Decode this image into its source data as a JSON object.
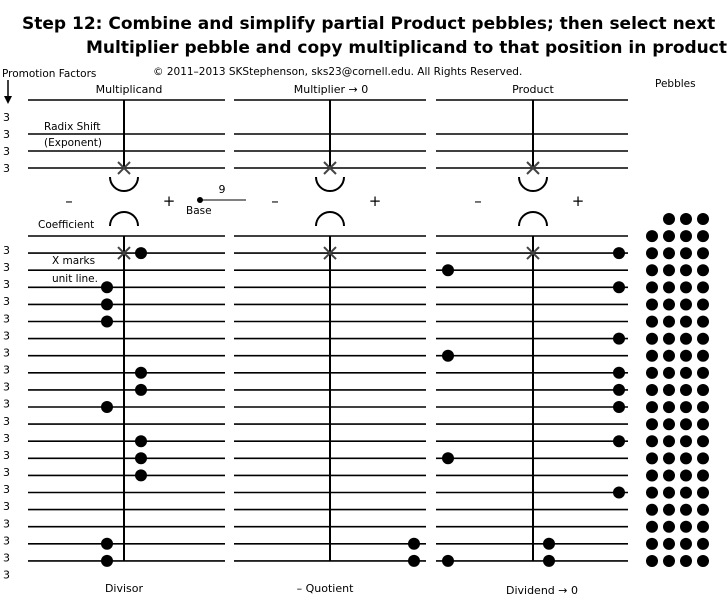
{
  "title": {
    "line1": "Step 12: Combine and simplify partial Product pebbles; then select next",
    "line2": "Multiplier pebble and copy multiplicand to that position in product."
  },
  "copyright": "© 2011–2013 SKStephenson, sks23@cornell.edu. All Rights Reserved.",
  "labels": {
    "promotion_factors": "Promotion Factors",
    "multiplicand": "Multiplicand",
    "multiplier": "Multiplier → 0",
    "product": "Product",
    "pebbles": "Pebbles",
    "radix_shift": "Radix Shift",
    "exponent": "(Exponent)",
    "coefficient": "Coefficient",
    "x_marks": "X marks",
    "unit_line": "unit line.",
    "base_label": "Base",
    "base_value": "9",
    "divisor": "Divisor",
    "quotient": "– Quotient",
    "dividend": "Dividend → 0",
    "minus": "–",
    "plus": "+"
  },
  "factors": {
    "exponent": [
      "3",
      "3",
      "3",
      "3"
    ],
    "coefficient": [
      "3",
      "3",
      "3",
      "3",
      "3",
      "3",
      "3",
      "3",
      "3",
      "3",
      "3",
      "3",
      "3",
      "3",
      "3",
      "3",
      "3",
      "3",
      "3",
      "3"
    ]
  },
  "multiplicand_pebbles": [
    {
      "row": 1,
      "side": "R"
    },
    {
      "row": 3,
      "side": "L"
    },
    {
      "row": 4,
      "side": "L"
    },
    {
      "row": 5,
      "side": "L"
    },
    {
      "row": 8,
      "side": "R"
    },
    {
      "row": 9,
      "side": "R"
    },
    {
      "row": 10,
      "side": "L"
    },
    {
      "row": 12,
      "side": "R"
    },
    {
      "row": 13,
      "side": "R"
    },
    {
      "row": 14,
      "side": "R"
    },
    {
      "row": 18,
      "side": "L"
    },
    {
      "row": 19,
      "side": "L"
    }
  ],
  "multiplier_pebbles": [
    {
      "row": 18,
      "side": "R"
    },
    {
      "row": 19,
      "side": "R"
    }
  ],
  "product_pebbles": [
    {
      "row": 1,
      "side": "R"
    },
    {
      "row": 2,
      "side": "L"
    },
    {
      "row": 3,
      "side": "R"
    },
    {
      "row": 6,
      "side": "R"
    },
    {
      "row": 7,
      "side": "L"
    },
    {
      "row": 8,
      "side": "R"
    },
    {
      "row": 9,
      "side": "R"
    },
    {
      "row": 10,
      "side": "R"
    },
    {
      "row": 12,
      "side": "R"
    },
    {
      "row": 13,
      "side": "L"
    },
    {
      "row": 15,
      "side": "R"
    },
    {
      "row": 18,
      "side": "M"
    },
    {
      "row": 19,
      "side": "L"
    },
    {
      "row": 19,
      "side": "M"
    }
  ],
  "pebble_pool": {
    "columns": 4,
    "full_rows": 20,
    "top_row_count": 3
  }
}
